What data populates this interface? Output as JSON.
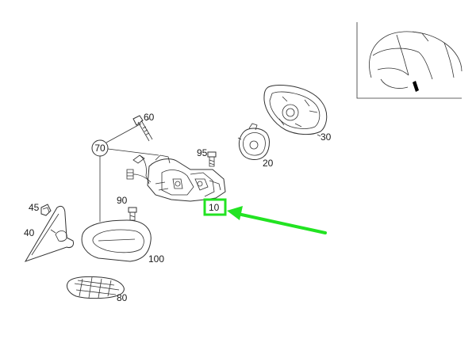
{
  "diagram": {
    "part_labels": {
      "p10": "10",
      "p20": "20",
      "p30": "30",
      "p40": "40",
      "p45": "45",
      "p60": "60",
      "p70": "70",
      "p80": "80",
      "p90": "90",
      "p95": "95",
      "p100": "100"
    },
    "highlight": {
      "target_part": "10",
      "color": "#22e322"
    },
    "arrow": {
      "color": "#22e322",
      "points_to": "10"
    },
    "line_color": "#333333"
  }
}
